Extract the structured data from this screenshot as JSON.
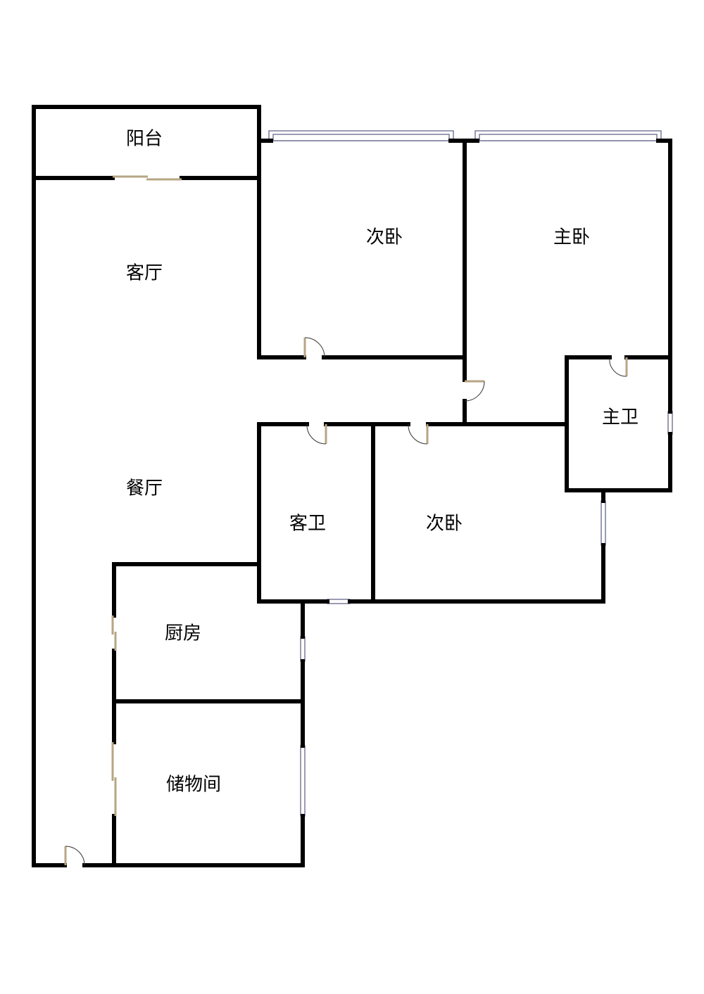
{
  "rooms": {
    "balcony": "阳台",
    "living_room": "客厅",
    "second_bedroom_north": "次卧",
    "master_bedroom": "主卧",
    "master_bathroom": "主卫",
    "dining_room": "餐厅",
    "guest_bathroom": "客卫",
    "second_bedroom_south": "次卧",
    "kitchen": "厨房",
    "storage_room": "储物间"
  }
}
